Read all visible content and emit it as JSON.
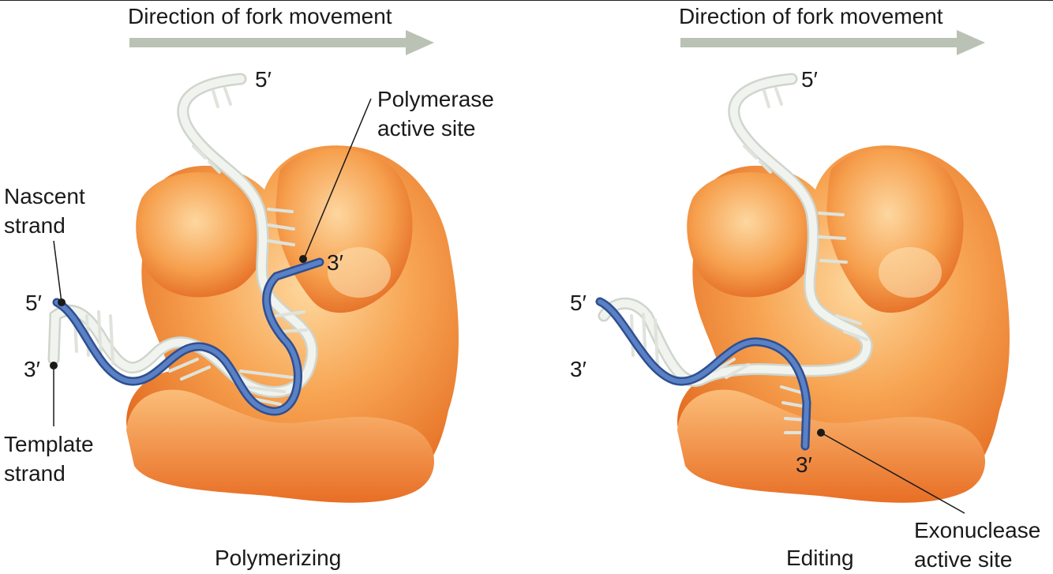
{
  "panels": [
    {
      "id": "polymerizing",
      "caption": "Polymerizing",
      "direction_label": "Direction of fork movement",
      "labels": {
        "template_five_prime": "5′",
        "nascent_strand_line1": "Nascent",
        "nascent_strand_line2": "strand",
        "nascent_five_prime": "5′",
        "template_three_prime": "3′",
        "template_strand_line1": "Template",
        "template_strand_line2": "strand",
        "active_site_line1": "Polymerase",
        "active_site_line2": "active site",
        "nascent_three_prime": "3′"
      }
    },
    {
      "id": "editing",
      "caption": "Editing",
      "direction_label": "Direction of fork movement",
      "labels": {
        "template_five_prime": "5′",
        "nascent_five_prime": "5′",
        "template_three_prime": "3′",
        "nascent_three_prime": "3′",
        "active_site_line1": "Exonuclease",
        "active_site_line2": "active site"
      }
    }
  ],
  "colors": {
    "enzyme_light": "#fbc98a",
    "enzyme_mid": "#f59a4a",
    "enzyme_dark": "#e0661f",
    "template_strand": "#e4e8e2",
    "nascent_strand": "#4a6fb8",
    "arrow": "#b9c2b4",
    "text": "#1a1a1a"
  }
}
